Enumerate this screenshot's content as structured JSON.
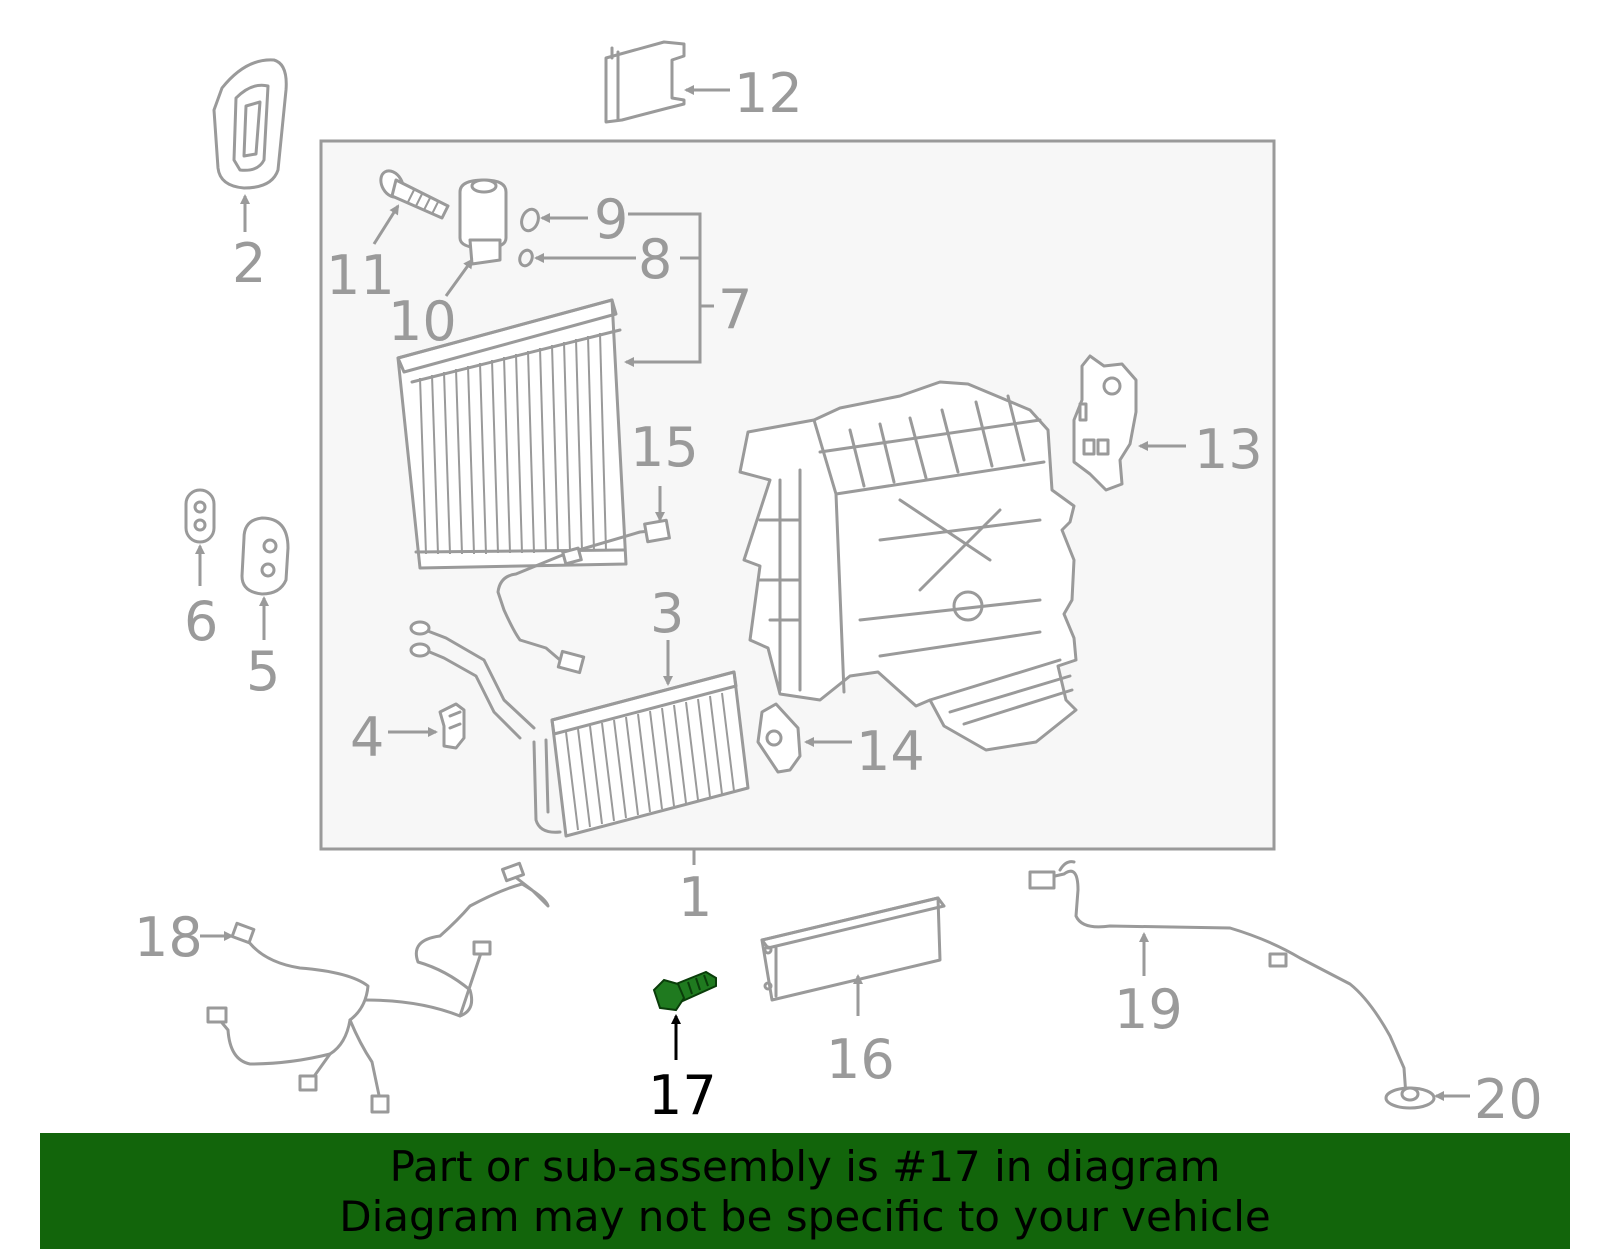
{
  "colors": {
    "line": "#9a9a9a",
    "highlight_part": "#1f7a1f",
    "highlight_label": "#000000",
    "banner_bg": "#12650b",
    "banner_text": "#000000",
    "assembly_bg": "#f7f7f7"
  },
  "highlighted_callout": "17",
  "callouts": {
    "c1": "1",
    "c2": "2",
    "c3": "3",
    "c4": "4",
    "c5": "5",
    "c6": "6",
    "c7": "7",
    "c8": "8",
    "c9": "9",
    "c10": "10",
    "c11": "11",
    "c12": "12",
    "c13": "13",
    "c14": "14",
    "c15": "15",
    "c16": "16",
    "c17": "17",
    "c18": "18",
    "c19": "19",
    "c20": "20"
  },
  "banner": {
    "line1": "Part or sub-assembly is #17 in diagram",
    "line2": "Diagram may not be specific to your vehicle"
  }
}
